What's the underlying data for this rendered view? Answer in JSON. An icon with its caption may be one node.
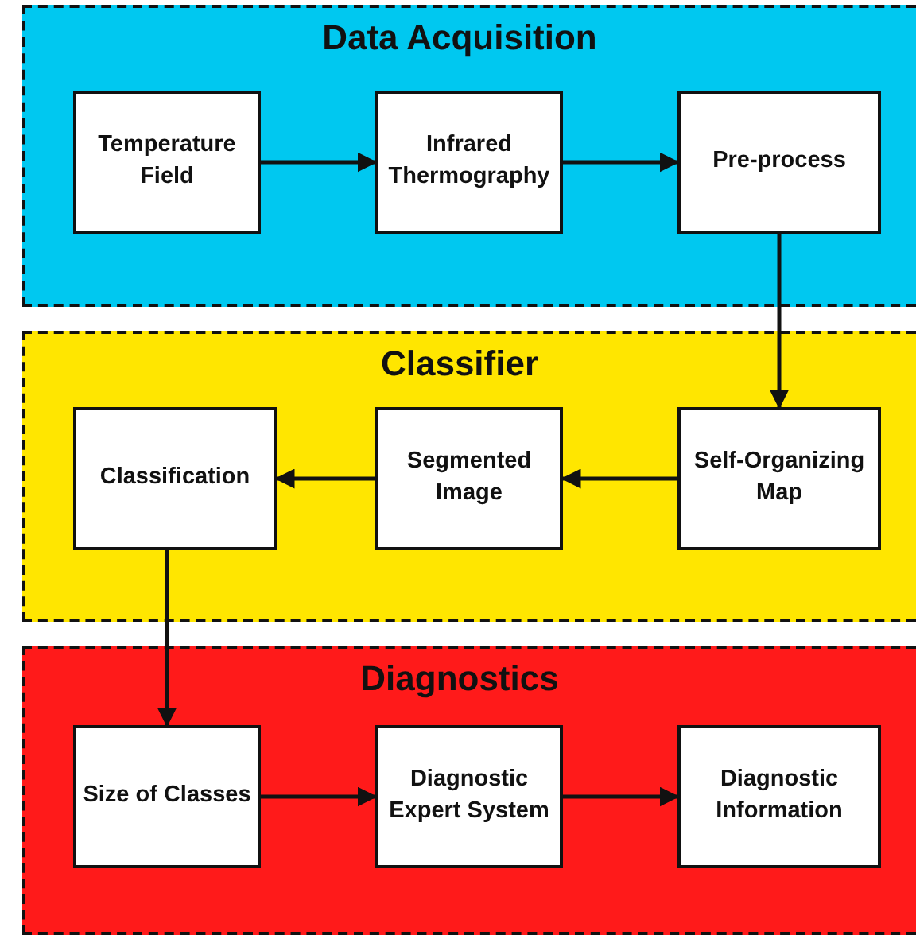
{
  "diagram": {
    "nodes": [
      {
        "text": [
          "Data Acquisition"
        ]
      },
      {
        "text": [
          "Temperature Field"
        ],
        "in": 0
      },
      {
        "text": [
          "Infrared Thermography"
        ],
        "in": 0
      },
      {
        "text": [
          "Pre-process"
        ],
        "in": 0
      },
      {
        "text": [
          "Classifier"
        ]
      },
      {
        "text": [
          "Classification"
        ],
        "in": 4
      },
      {
        "text": [
          "Segmented Image"
        ],
        "in": 4
      },
      {
        "text": [
          "Self-Organizing Map"
        ],
        "in": 4
      },
      {
        "text": [
          "Diagnostics"
        ]
      },
      {
        "text": [
          "Size of Classes"
        ],
        "in": 8
      },
      {
        "text": [
          "Diagnostic Expert System"
        ],
        "in": 8
      },
      {
        "text": [
          "Diagnostic Information"
        ],
        "in": 8
      }
    ],
    "edges": [
      {
        "from": 1,
        "to": 2,
        "arrow": "to"
      },
      {
        "from": 2,
        "to": 3,
        "arrow": "to"
      },
      {
        "from": 3,
        "to": 7,
        "arrow": "to"
      },
      {
        "from": 7,
        "to": 6,
        "arrow": "to"
      },
      {
        "from": 6,
        "to": 5,
        "arrow": "to"
      },
      {
        "from": 5,
        "to": 9,
        "arrow": "to"
      },
      {
        "from": 9,
        "to": 10,
        "arrow": "to"
      },
      {
        "from": 10,
        "to": 11,
        "arrow": "to"
      }
    ]
  }
}
